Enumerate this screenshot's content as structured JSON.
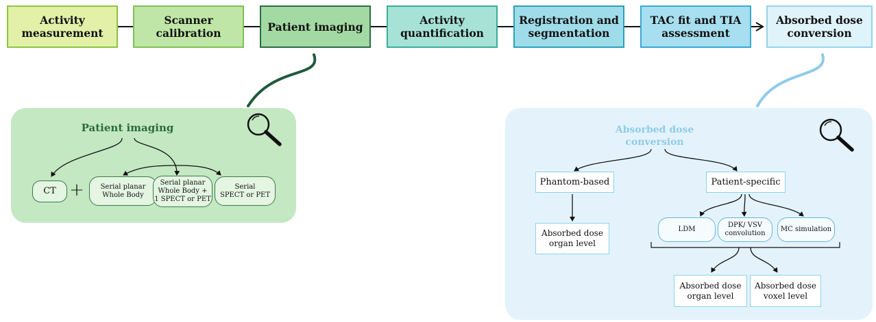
{
  "pipeline": {
    "steps": [
      "Activity\nmeasurement",
      "Scanner\ncalibration",
      "Patient imaging",
      "Activity\nquantification",
      "Registration and\nsegmentation",
      "TAC fit and TIA\nassessment",
      "Absorbed dose\nconversion"
    ]
  },
  "left_panel": {
    "title": "Patient imaging",
    "ct": "CT",
    "plus": "+",
    "options": [
      "Serial planar\nWhole Body",
      "Serial planar\nWhole Body +\n1 SPECT or PET",
      "Serial\nSPECT or PET"
    ],
    "icon": "magnifier-icon"
  },
  "right_panel": {
    "title": "Absorbed dose\nconversion",
    "phantom": "Phantom-based",
    "patient": "Patient-specific",
    "phantom_result": "Absorbed dose\norgan level",
    "methods": [
      "LDM",
      "DPK/ VSV\nconvolution",
      "MC simulation"
    ],
    "results": [
      "Absorbed dose\norgan level",
      "Absorbed dose\nvoxel level"
    ],
    "icon": "magnifier-icon"
  },
  "colors": {
    "dark_green": "#1f5a3a",
    "light_blue": "#8fcbea"
  }
}
